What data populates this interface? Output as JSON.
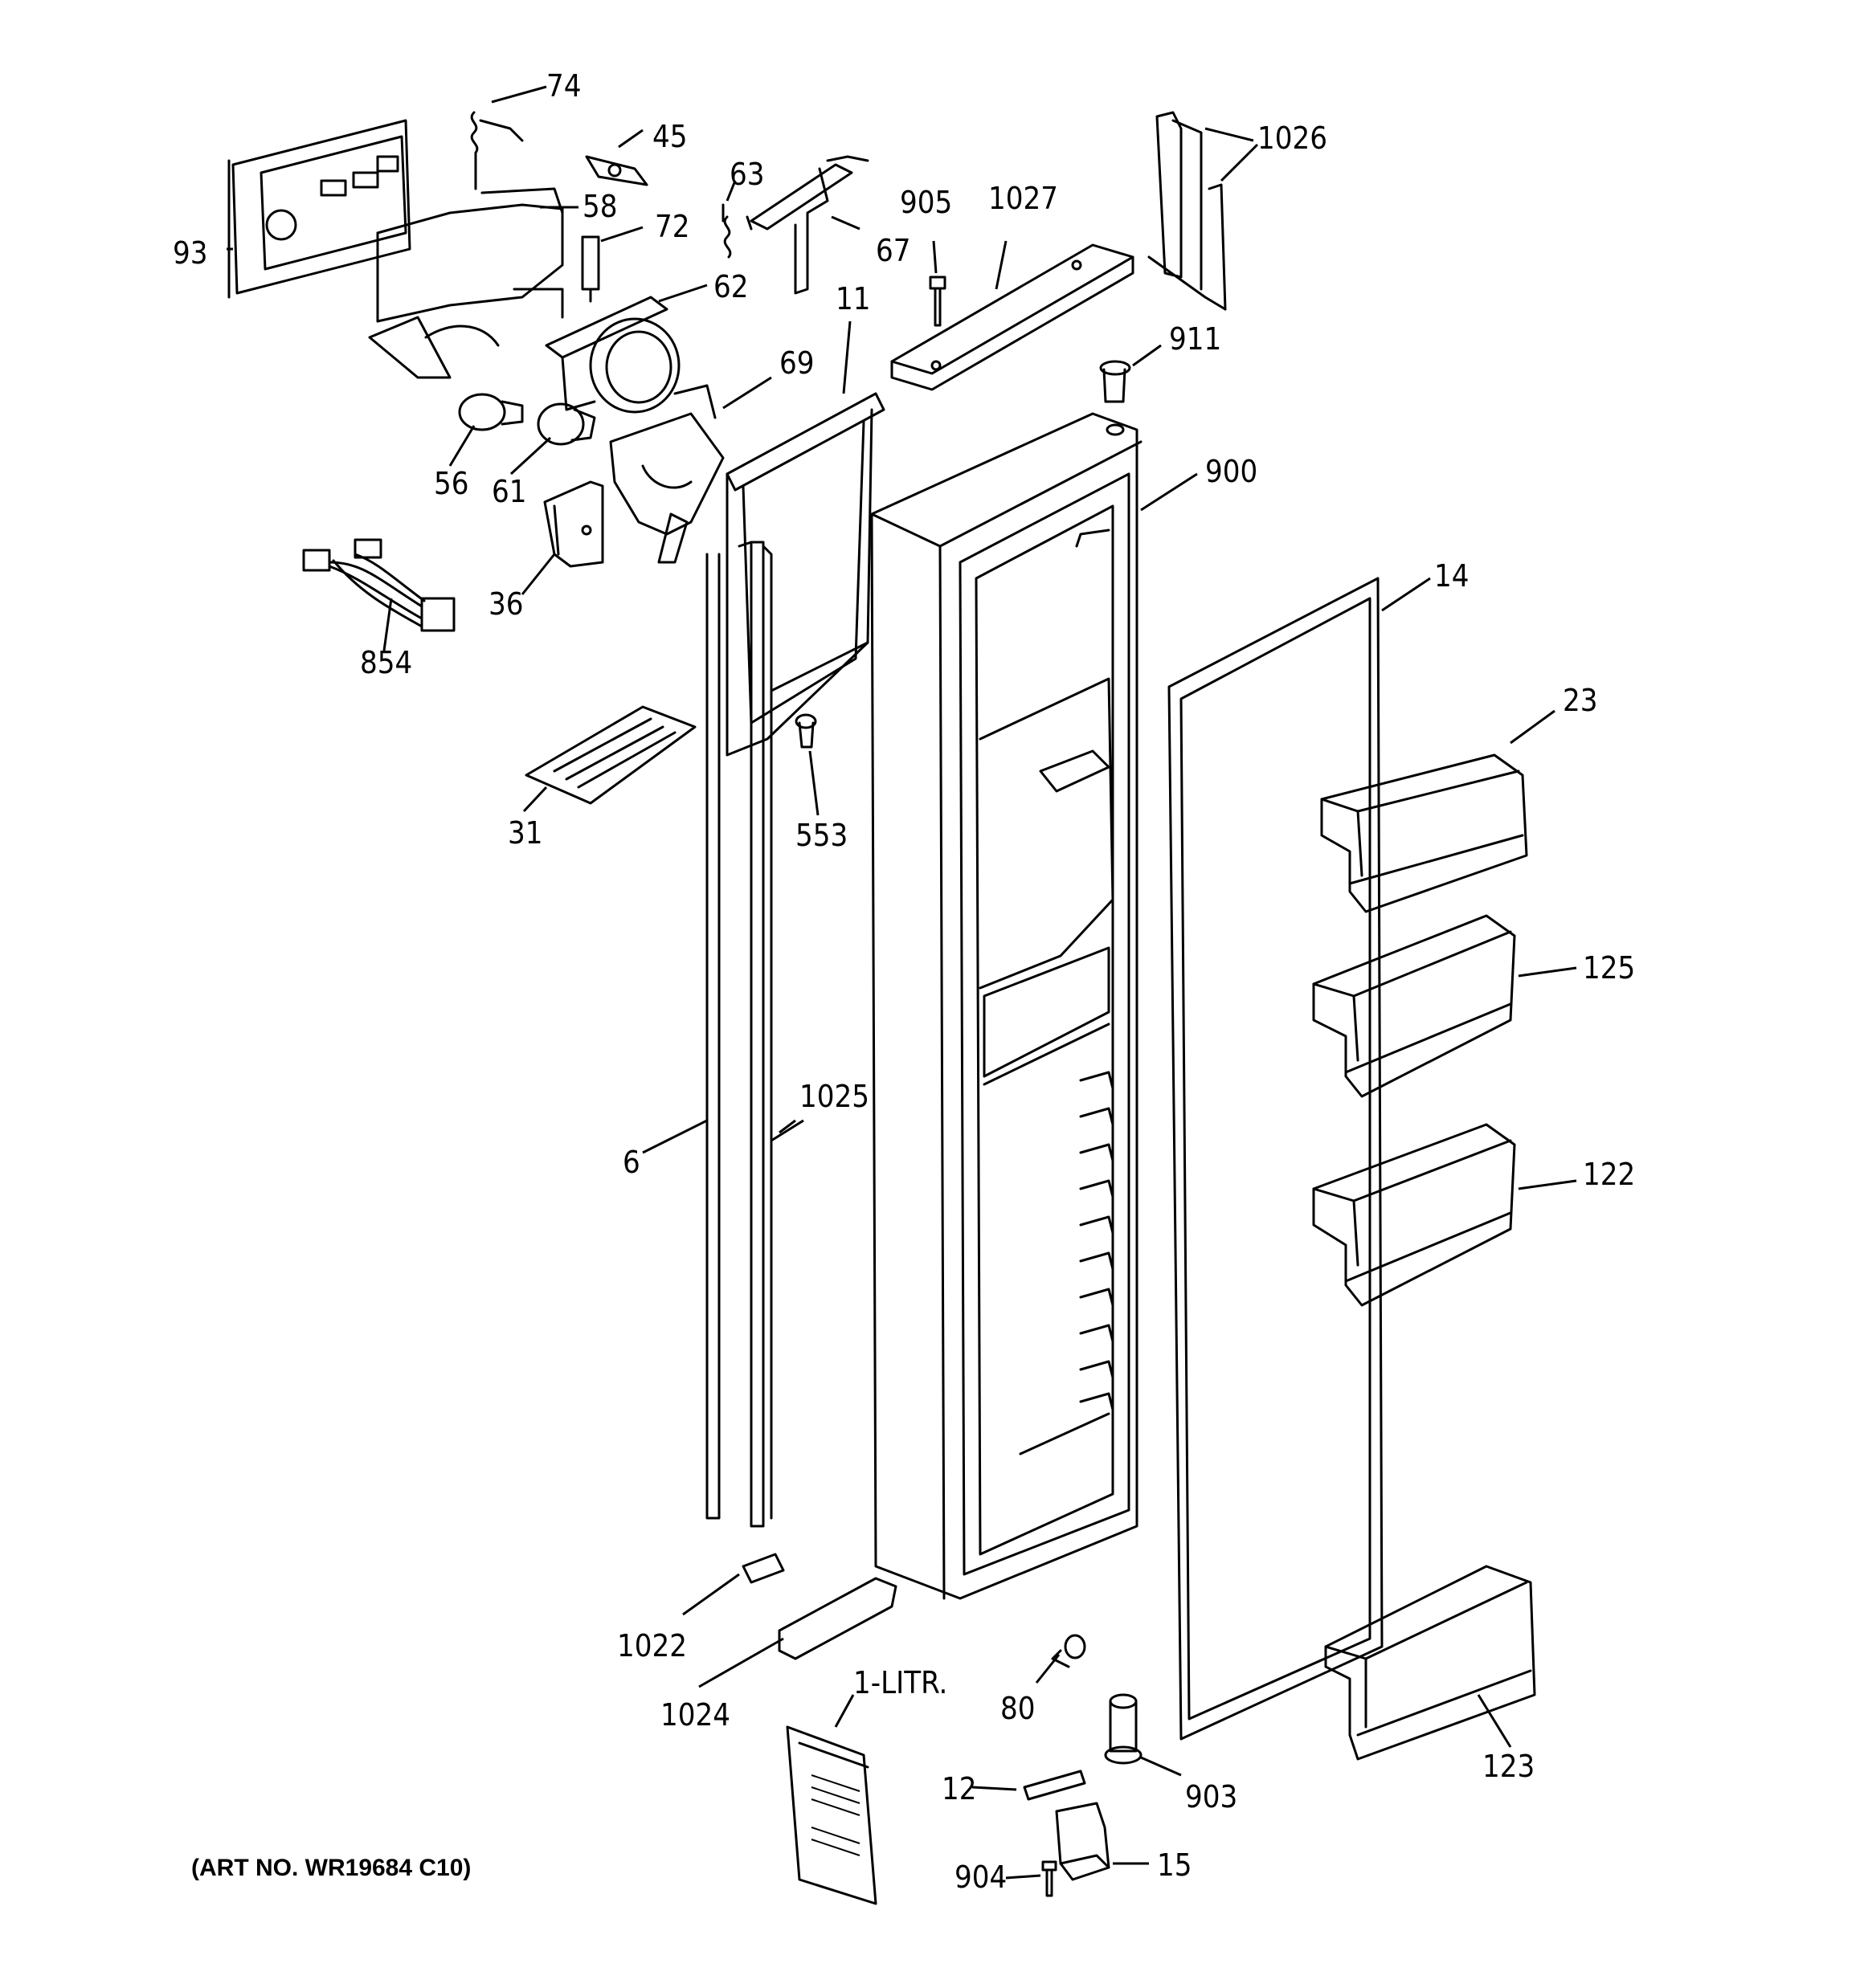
{
  "diagram": {
    "art_number": "(ART NO. WR19684 C10)",
    "callouts": {
      "c74": "74",
      "c45": "45",
      "c63": "63",
      "c58": "58",
      "c72": "72",
      "c67": "67",
      "c905": "905",
      "c1027": "1027",
      "c1026": "1026",
      "c93": "93",
      "c62": "62",
      "c11": "11",
      "c911": "911",
      "c69": "69",
      "c56": "56",
      "c61": "61",
      "c900": "900",
      "c36": "36",
      "c14": "14",
      "c854": "854",
      "c23": "23",
      "c31": "31",
      "c553": "553",
      "c125": "125",
      "c1025": "1025",
      "c6": "6",
      "c122": "122",
      "c1022": "1022",
      "c1024": "1024",
      "c1litr": "1-LITR.",
      "c80": "80",
      "c123": "123",
      "c12": "12",
      "c903": "903",
      "c904": "904",
      "c15": "15"
    }
  }
}
